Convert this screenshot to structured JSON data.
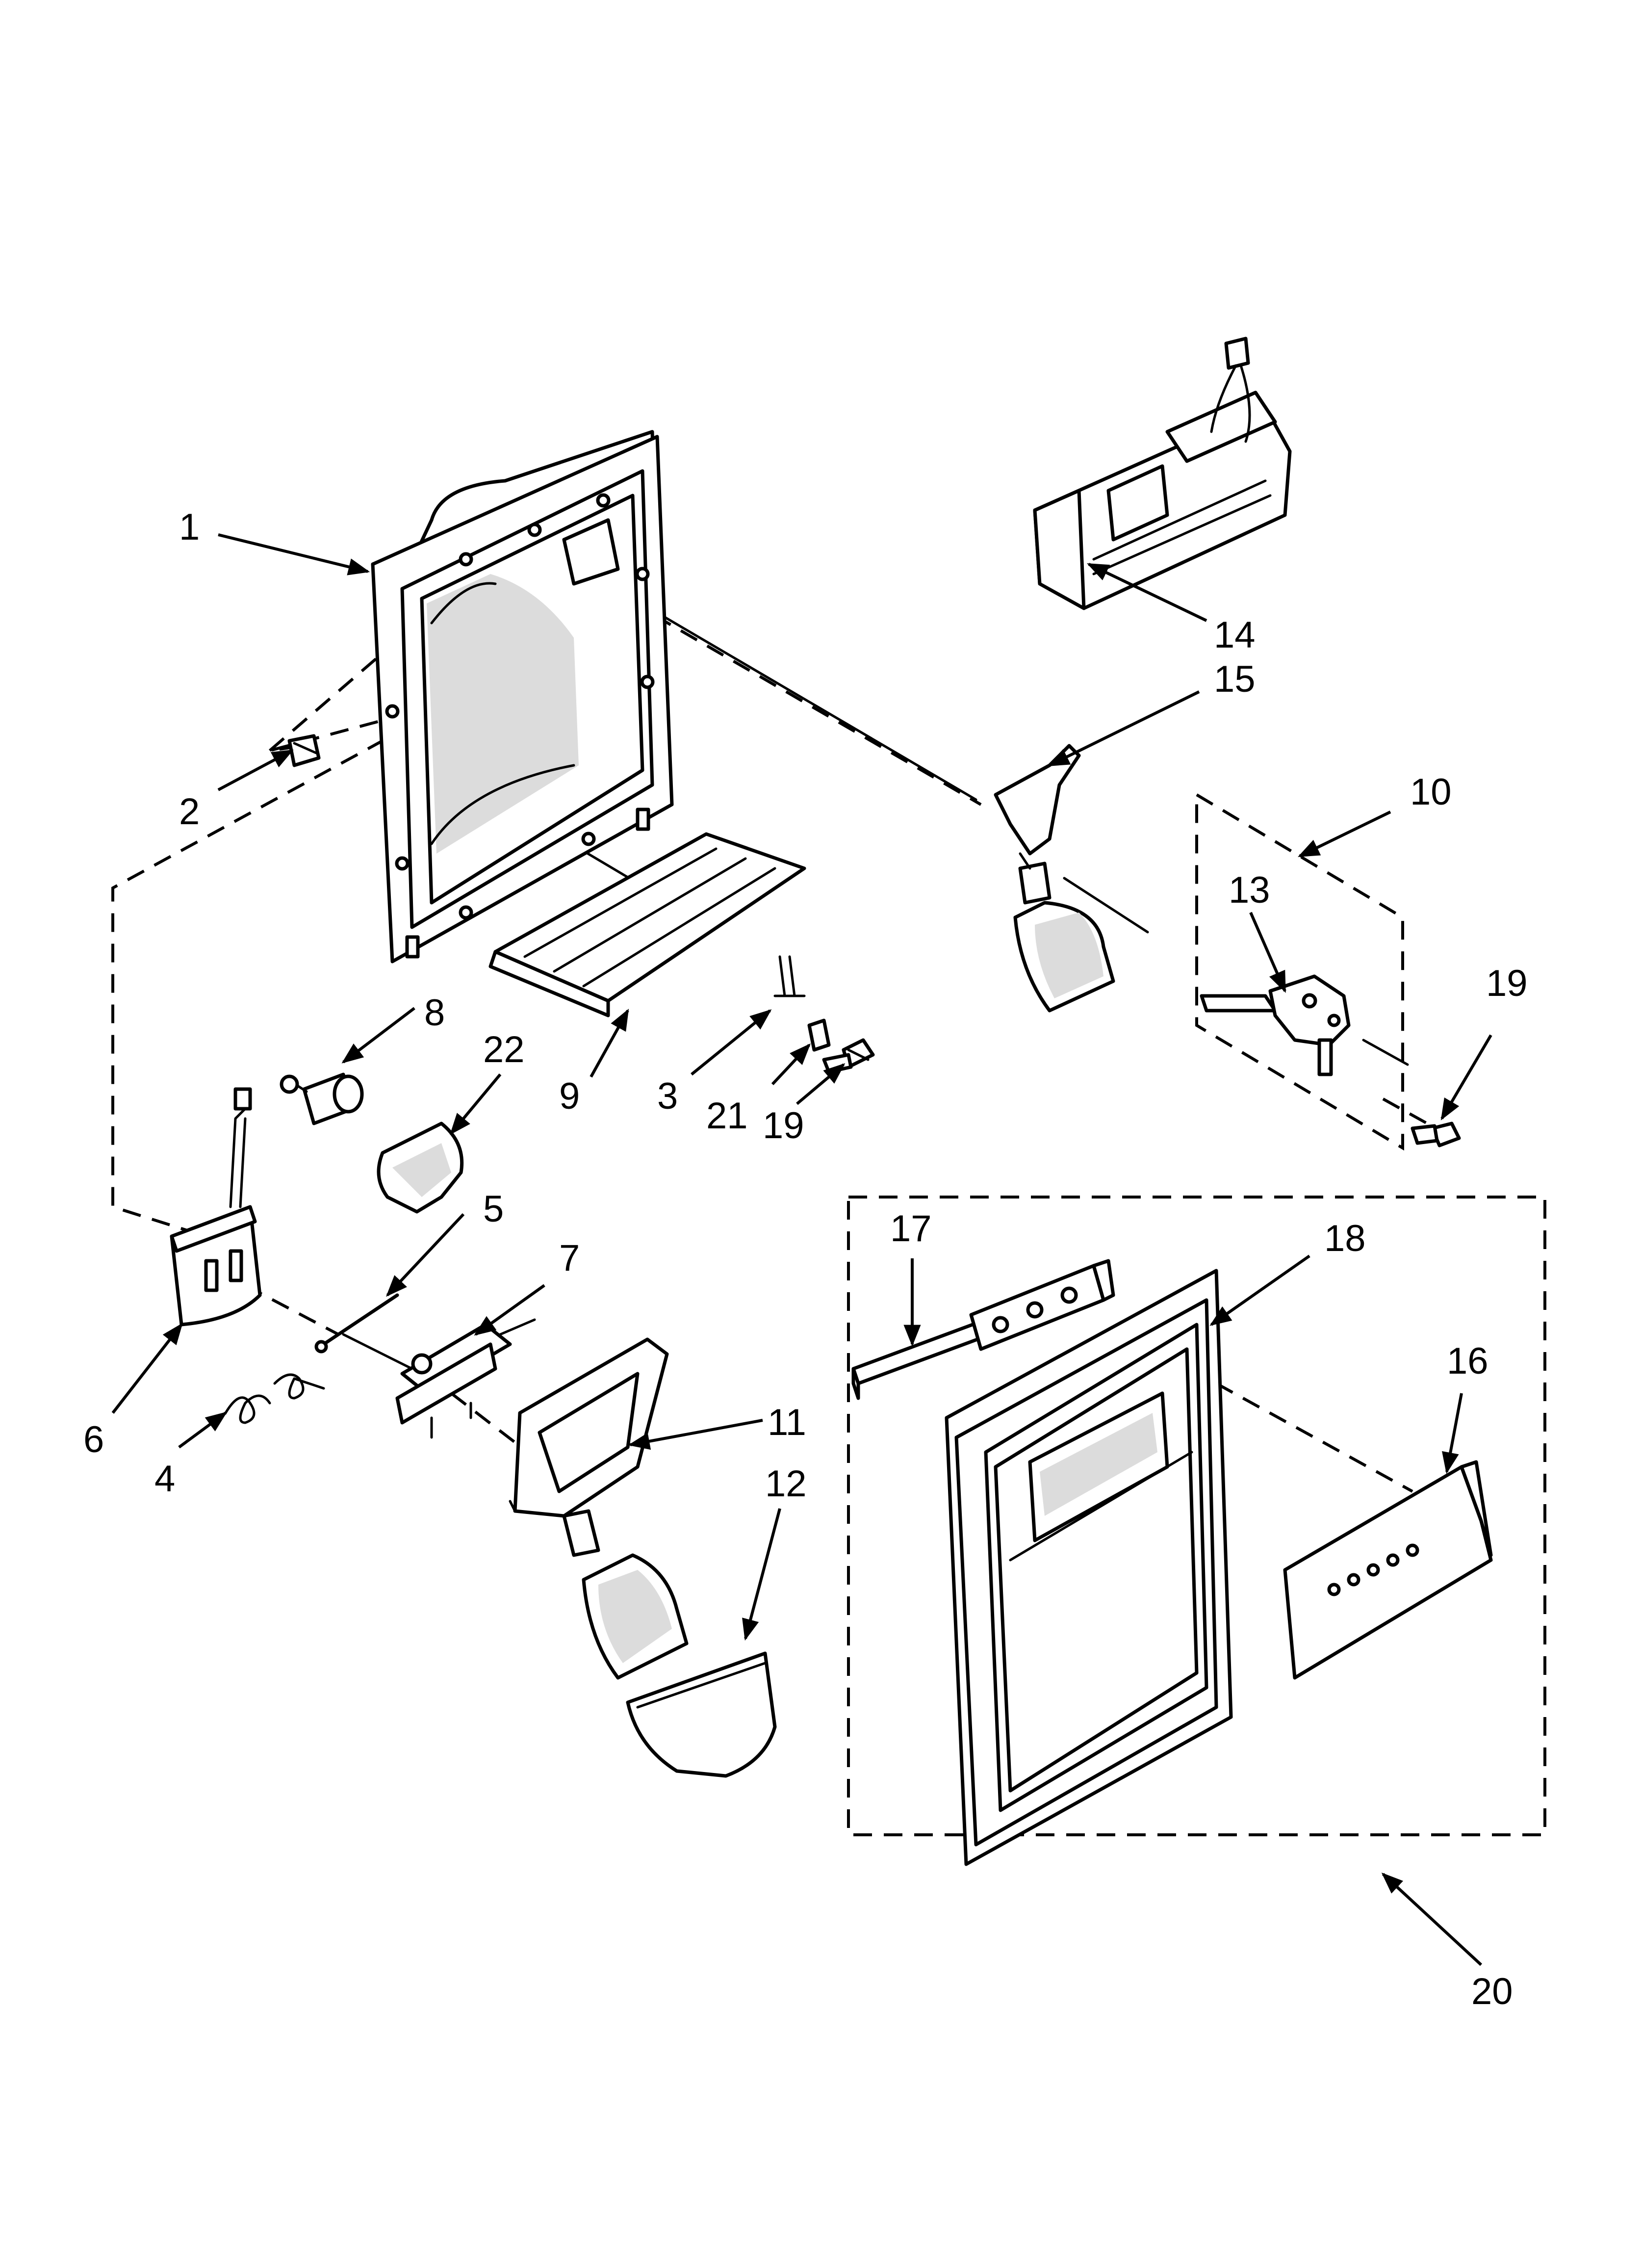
{
  "callouts": [
    {
      "id": "1",
      "label": "1"
    },
    {
      "id": "2",
      "label": "2"
    },
    {
      "id": "3",
      "label": "3"
    },
    {
      "id": "4",
      "label": "4"
    },
    {
      "id": "5",
      "label": "5"
    },
    {
      "id": "6",
      "label": "6"
    },
    {
      "id": "7",
      "label": "7"
    },
    {
      "id": "8",
      "label": "8"
    },
    {
      "id": "9",
      "label": "9"
    },
    {
      "id": "10",
      "label": "10"
    },
    {
      "id": "11",
      "label": "11"
    },
    {
      "id": "12",
      "label": "12"
    },
    {
      "id": "13",
      "label": "13"
    },
    {
      "id": "14",
      "label": "14"
    },
    {
      "id": "15",
      "label": "15"
    },
    {
      "id": "16",
      "label": "16"
    },
    {
      "id": "17",
      "label": "17"
    },
    {
      "id": "18",
      "label": "18"
    },
    {
      "id": "19a",
      "label": "19"
    },
    {
      "id": "19b",
      "label": "19"
    },
    {
      "id": "20",
      "label": "20"
    },
    {
      "id": "21",
      "label": "21"
    },
    {
      "id": "22",
      "label": "22"
    }
  ]
}
